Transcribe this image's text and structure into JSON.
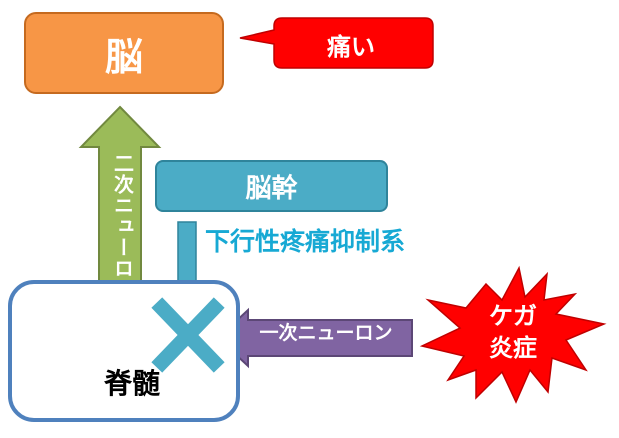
{
  "brain": {
    "label": "脳"
  },
  "pain": {
    "label": "痛い"
  },
  "brainstem": {
    "label": "脳幹"
  },
  "descending": {
    "label": "下行性疼痛抑制系"
  },
  "second_neuron": {
    "label": "二次ニューロン"
  },
  "first_neuron": {
    "label": "一次ニューロン"
  },
  "injury": {
    "line1": "ケガ",
    "line2": "炎症"
  },
  "spinal_cord": {
    "label": "脊髄"
  },
  "colors": {
    "brain": "#f79646",
    "pain_callout": "#ff0000",
    "brainstem": "#4bacc6",
    "descending_text": "#17a9d4",
    "second_neuron_arrow": "#9bbb59",
    "first_neuron_arrow": "#8064a2",
    "blocking_x": "#4bacc6",
    "spinal_outline": "#4f81bd",
    "injury_burst": "#ff0000"
  }
}
